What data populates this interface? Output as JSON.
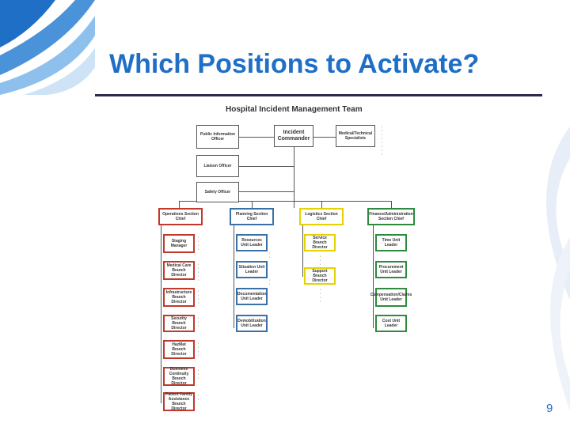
{
  "slide": {
    "title": "Which Positions to Activate?",
    "page_number": "9"
  },
  "org_chart": {
    "title": "Hospital Incident Management Team",
    "command": {
      "incident_commander": "Incident Commander",
      "public_information": "Public Information Officer",
      "liaison": "Liaison Officer",
      "safety": "Safety Officer",
      "medical_technical": "Medical/Technical Specialists"
    },
    "sections": {
      "operations": "Operations Section Chief",
      "planning": "Planning Section Chief",
      "logistics": "Logistics Section Chief",
      "finance": "Finance/Administration Section Chief"
    },
    "operations_branches": [
      "Staging Manager",
      "Medical Care Branch Director",
      "Infrastructure Branch Director",
      "Security Branch Director",
      "HazMat Branch Director",
      "Business Continuity Branch Director",
      "Patient Family Assistance Branch Director"
    ],
    "planning_units": [
      "Resources Unit Leader",
      "Situation Unit Leader",
      "Documentation Unit Leader",
      "Demobilization Unit Leader"
    ],
    "logistics_branches": [
      "Service Branch Director",
      "Support Branch Director"
    ],
    "finance_units": [
      "Time Unit Leader",
      "Procurement Unit Leader",
      "Compensation/Claims Unit Leader",
      "Cost Unit Leader"
    ]
  }
}
